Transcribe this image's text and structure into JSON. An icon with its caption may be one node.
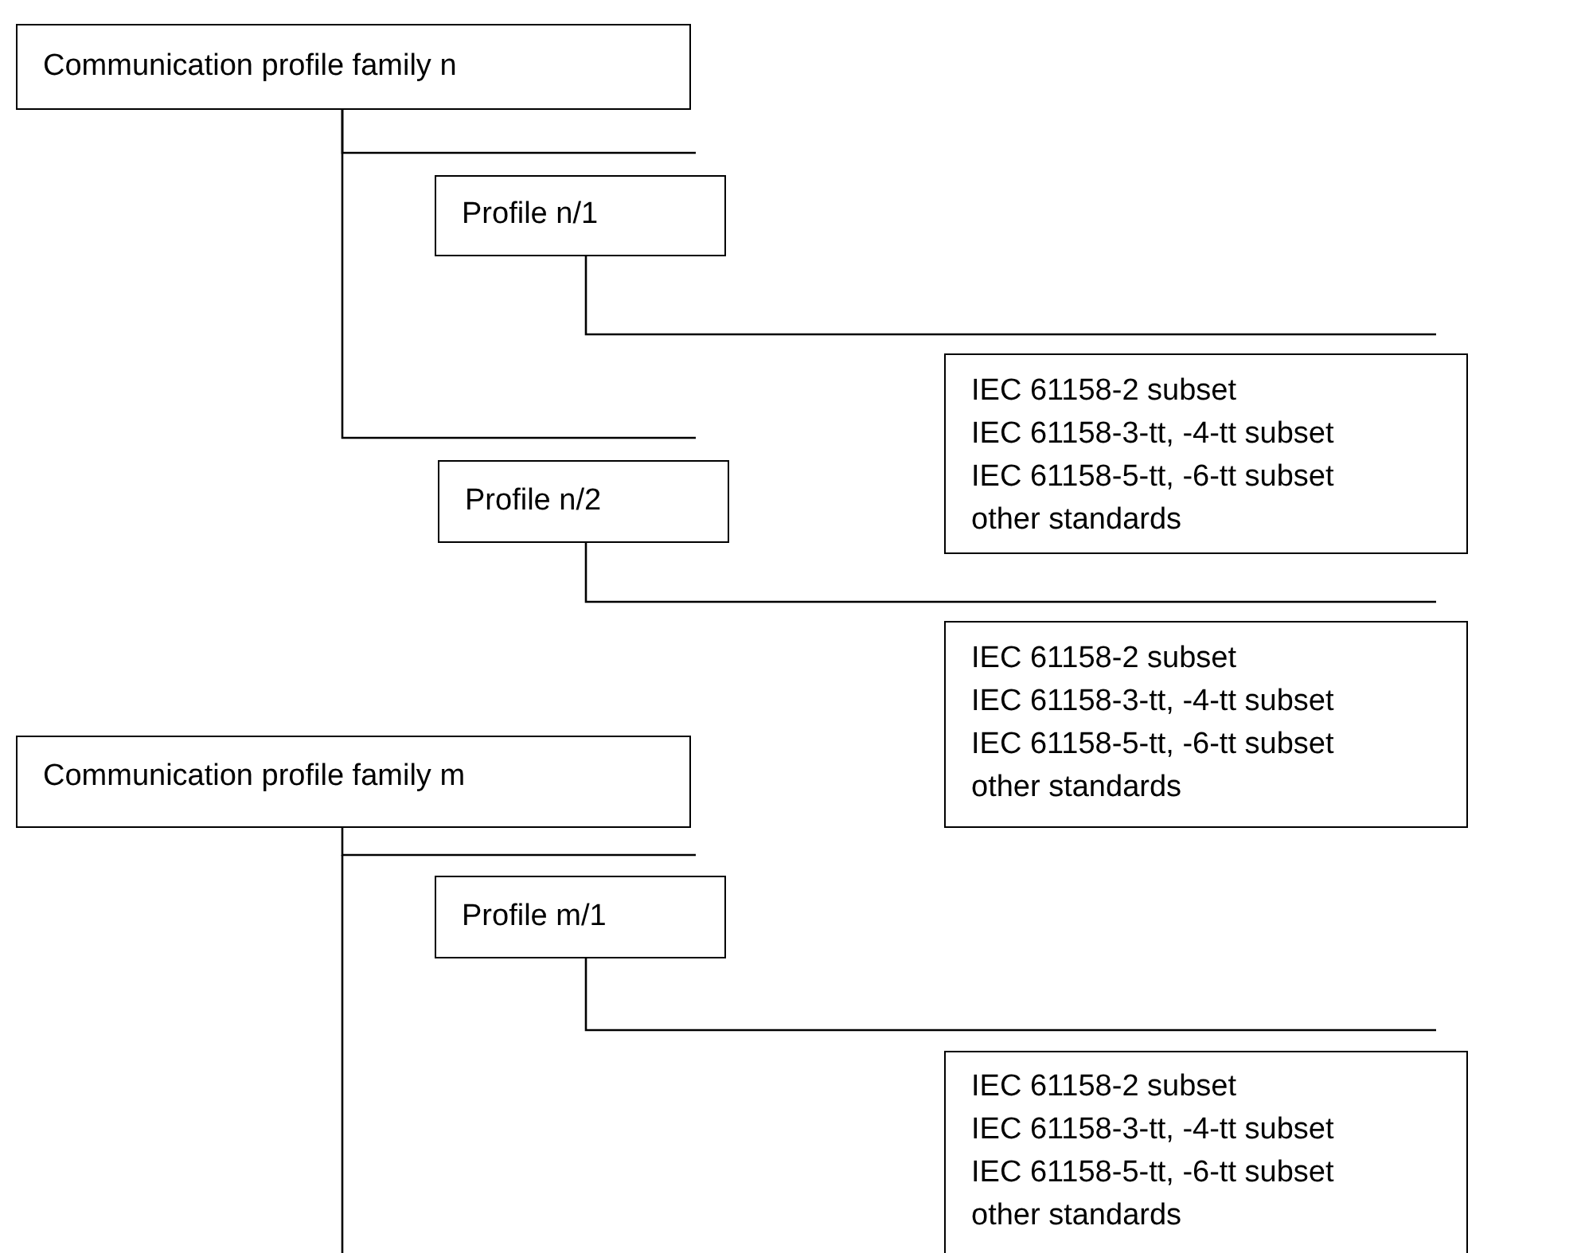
{
  "diagram": {
    "nodes": [
      {
        "text": [
          "Communication profile family n"
        ]
      },
      {
        "text": [
          "Profile n/1"
        ]
      },
      {
        "text": [
          "IEC 61158-2 subset",
          "IEC 61158-3-tt, -4-tt subset",
          "IEC 61158-5-tt, -6-tt subset",
          "other standards"
        ]
      },
      {
        "text": [
          "Profile n/2"
        ]
      },
      {
        "text": [
          "IEC 61158-2 subset",
          "IEC 61158-3-tt, -4-tt subset",
          "IEC 61158-5-tt, -6-tt subset",
          "other standards"
        ]
      },
      {
        "text": [
          "Communication profile family m"
        ]
      },
      {
        "text": [
          "Profile m/1"
        ]
      },
      {
        "text": [
          "IEC 61158-2 subset",
          "IEC 61158-3-tt, -4-tt subset",
          "IEC 61158-5-tt, -6-tt subset",
          "other standards"
        ]
      }
    ],
    "edges": [
      {
        "from": 0,
        "to": 1,
        "arrow": "none"
      },
      {
        "from": 0,
        "to": 3,
        "arrow": "none"
      },
      {
        "from": 1,
        "to": 2,
        "arrow": "none"
      },
      {
        "from": 3,
        "to": 4,
        "arrow": "none"
      },
      {
        "from": 5,
        "to": 6,
        "arrow": "none"
      },
      {
        "from": 6,
        "to": 7,
        "arrow": "none"
      }
    ]
  }
}
